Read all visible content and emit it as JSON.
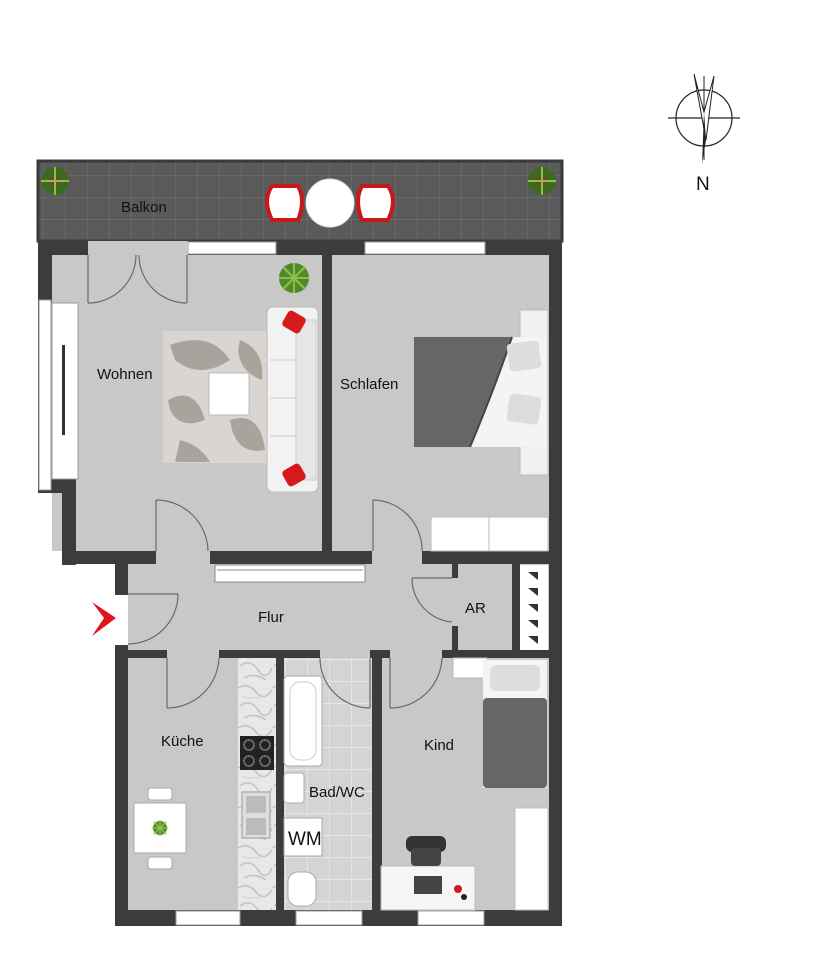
{
  "plan": {
    "rooms": {
      "balkon": "Balkon",
      "wohnen": "Wohnen",
      "schlafen": "Schlafen",
      "flur": "Flur",
      "ar": "AR",
      "kueche": "Küche",
      "bad": "Bad/WC",
      "kind": "Kind"
    },
    "appliance_label": "WM",
    "compass_label": "N"
  },
  "colors": {
    "wall": "#3c3c3c",
    "floor": "#c8c8c8",
    "balcony_tile": "#5a5a5a",
    "entrance_marker": "#e0141e",
    "accent_red": "#d41a1a"
  },
  "icons": {
    "compass": "north-arrow-icon",
    "entrance": "entrance-arrow-icon"
  }
}
